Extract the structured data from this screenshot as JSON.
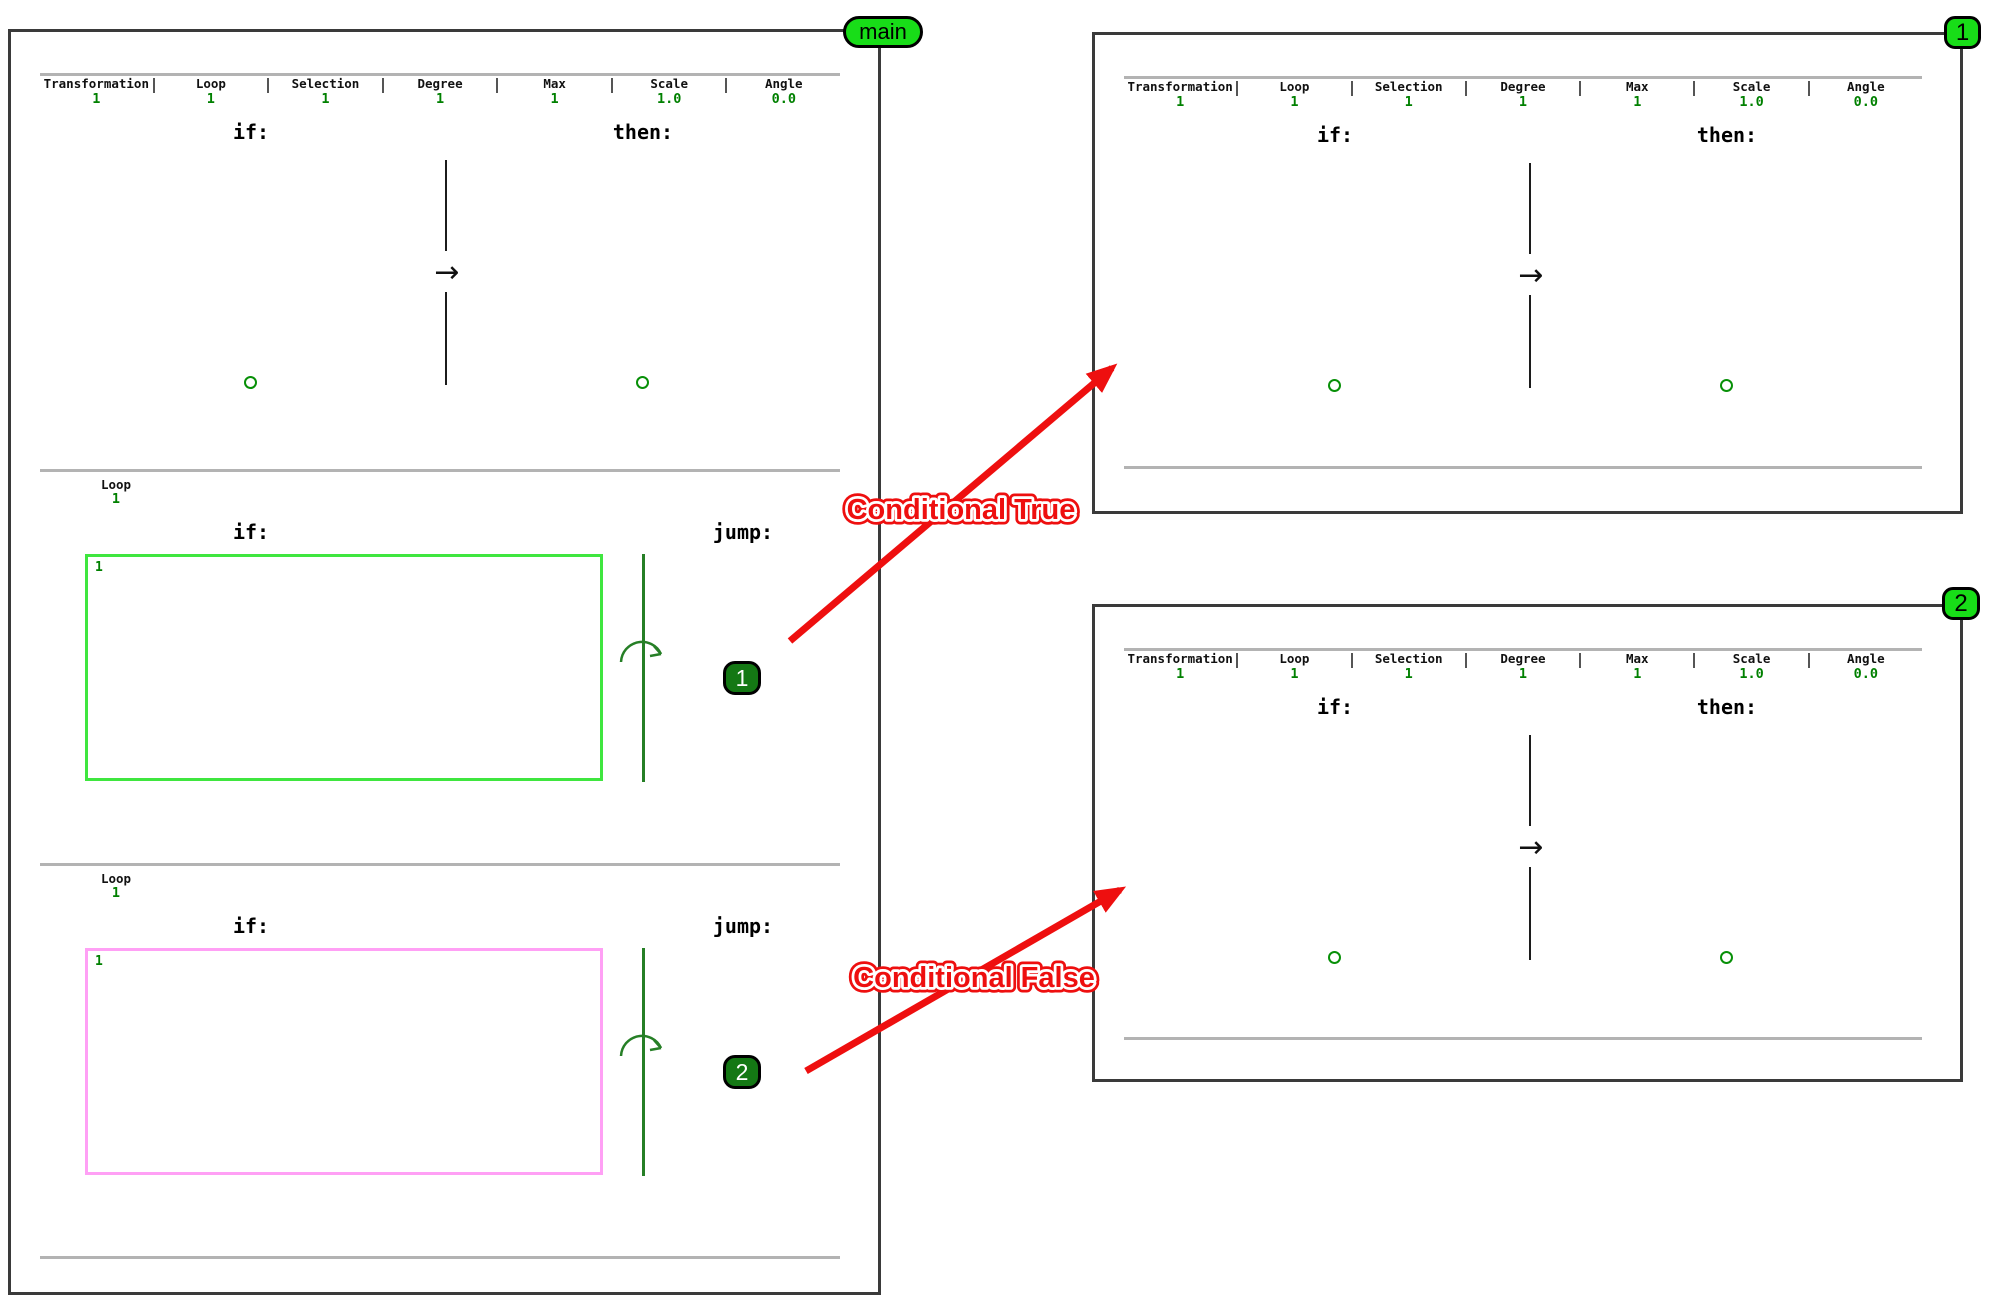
{
  "shared": {
    "columns": [
      {
        "label": "Transformation",
        "value": "1"
      },
      {
        "label": "Loop",
        "value": "1"
      },
      {
        "label": "Selection",
        "value": "1"
      },
      {
        "label": "Degree",
        "value": "1"
      },
      {
        "label": "Max",
        "value": "1"
      },
      {
        "label": "Scale",
        "value": "1.0"
      },
      {
        "label": "Angle",
        "value": "0.0"
      }
    ],
    "if_label": "if:",
    "then_label": "then:",
    "jump_label": "jump:",
    "loop_label": "Loop",
    "arrow_glyph": "→"
  },
  "main_panel": {
    "tab_label": "main",
    "loops": [
      {
        "loop_value": "1",
        "region_value": "1",
        "jump_badge": "1"
      },
      {
        "loop_value": "1",
        "region_value": "1",
        "jump_badge": "2"
      }
    ]
  },
  "sub_panels": [
    {
      "corner_badge": "1"
    },
    {
      "corner_badge": "2"
    }
  ],
  "annotations": {
    "conditional_true": "Conditional True",
    "conditional_false": "Conditional False"
  },
  "colors": {
    "bright_green": "#18dd18",
    "badge_green": "#147814",
    "value_green": "#008000",
    "rule_green_border": "#3fe63f",
    "rule_pink_border": "#ffa0f5",
    "loop_line_green": "#267f26",
    "annotation_red": "#ee0f0f",
    "divider_gray": "#b3b3b3"
  }
}
